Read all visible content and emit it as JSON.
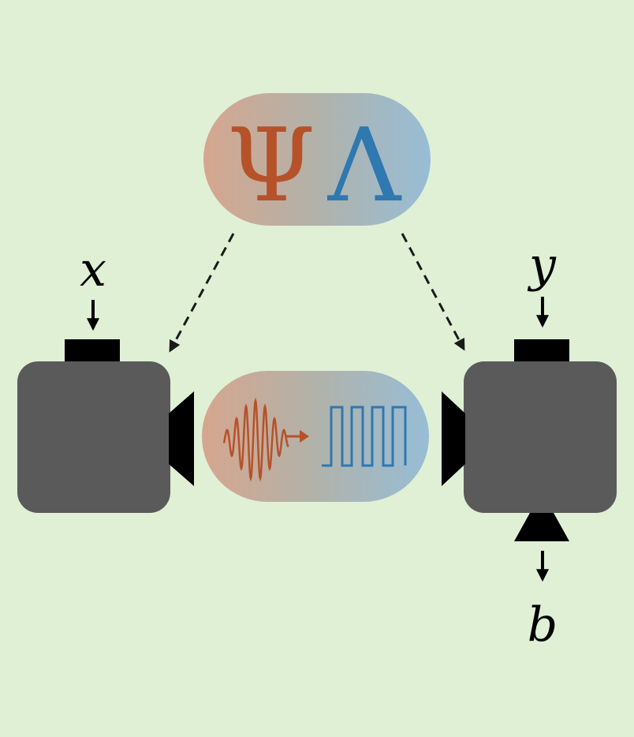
{
  "colors": {
    "background": "#dff0d5",
    "box": "#5a5a5a",
    "port": "#000000",
    "psi": "#b5522a",
    "lambda": "#2f78b0",
    "pill_left": "#d6a68e",
    "pill_right": "#97bdd6",
    "arrow": "#1a1a1a"
  },
  "source": {
    "symbol_left": "Ψ",
    "symbol_right": "Λ"
  },
  "labels": {
    "alice_input": "x",
    "bob_input": "y",
    "bob_output": "b"
  },
  "channel": {
    "left_icon": "wave-packet-icon",
    "right_icon": "square-wave-icon"
  }
}
